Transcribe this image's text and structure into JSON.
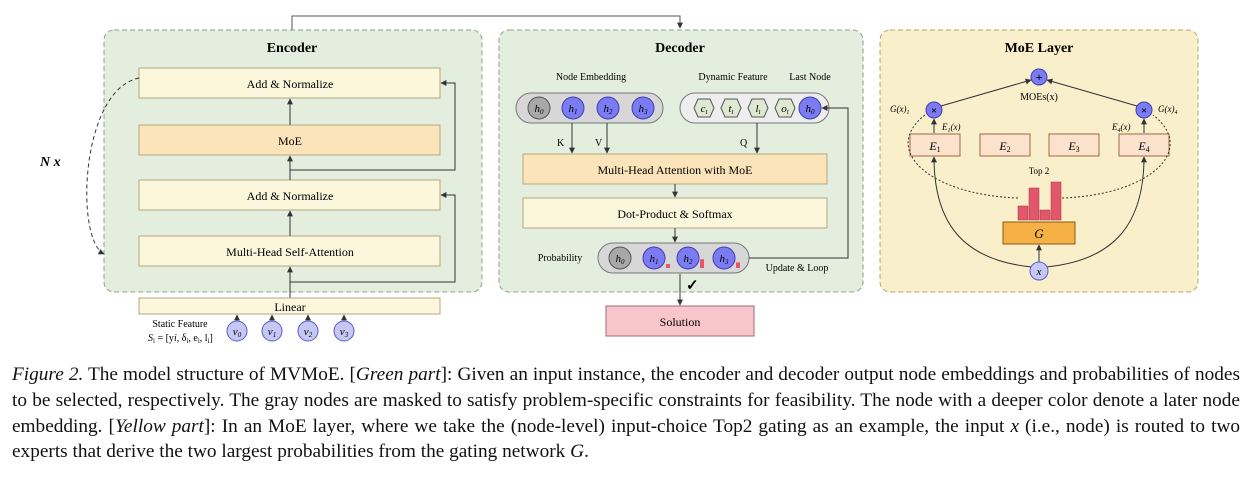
{
  "colors": {
    "green_panel": "#e4eede",
    "yellow_panel": "#f9efca",
    "light_box": "#fbf6dc",
    "moe_box": "#fbe4b9",
    "purple_node": "#7b7bf3",
    "purple_light": "#c5c7f4",
    "gray_node": "#a8a8a8",
    "green_hex": "#dfe8d0",
    "solution_fill": "#f8c6ca",
    "expert_fill": "#fbe2cc",
    "red_bar": "#e3576a"
  },
  "encoder": {
    "title": "Encoder",
    "add_norm_top": "Add & Normalize",
    "moe": "MoE",
    "add_norm_bottom": "Add & Normalize",
    "mhsa": "Multi-Head Self-Attention",
    "repeat": "N x",
    "linear": "Linear",
    "static_feature_label": "Static Feature",
    "static_feature_formula": "S",
    "static_feature_sub": "i",
    "static_feature_rhs": " = [y",
    "inputs": [
      "v",
      "v",
      "v",
      "v"
    ],
    "input_subs": [
      "0",
      "1",
      "2",
      "3"
    ]
  },
  "decoder": {
    "title": "Decoder",
    "node_embedding_label": "Node Embedding",
    "dynamic_feature_label": "Dynamic Feature",
    "last_node_label": "Last Node",
    "embed_nodes": [
      "h",
      "h",
      "h",
      "h"
    ],
    "embed_subs": [
      "0",
      "1",
      "2",
      "3"
    ],
    "dynamic_nodes": [
      "c",
      "t",
      "l",
      "o"
    ],
    "dynamic_subs": [
      "t",
      "t",
      "t",
      "t"
    ],
    "last_node": "h",
    "last_node_sub": "0",
    "k_label": "K",
    "v_label": "V",
    "q_label": "Q",
    "mha_moe": "Multi-Head Attention with MoE",
    "dot_product": "Dot-Product & Softmax",
    "probability_label": "Probability",
    "prob_nodes": [
      "h",
      "h",
      "h",
      "h"
    ],
    "prob_subs": [
      "0",
      "1",
      "2",
      "3"
    ],
    "prob_values": [
      0,
      0.25,
      0.55,
      0.35
    ],
    "update_loop": "Update & Loop",
    "checkmark": "✓",
    "solution": "Solution"
  },
  "moe_layer": {
    "title": "MoE Layer",
    "sum_symbol": "+",
    "output_label": "MOEs(x)",
    "mult_symbol": "×",
    "g1_label": "G(x)",
    "g1_sub": "1",
    "g4_label": "G(x)",
    "g4_sub": "4",
    "e1x_label": "E",
    "e1x_sub": "1",
    "e1x_tail": "(x)",
    "e4x_label": "E",
    "e4x_sub": "4",
    "e4x_tail": "(x)",
    "experts": [
      "E",
      "E",
      "E",
      "E"
    ],
    "expert_subs": [
      "1",
      "2",
      "3",
      "4"
    ],
    "top2_label": "Top 2",
    "gating_probs": [
      0.35,
      0.8,
      0.25,
      0.95
    ],
    "gate_label": "G",
    "input_label": "x"
  },
  "caption": {
    "figure": "Figure 2.",
    "p1": " The model structure of MVMoE. [",
    "green_part": "Green part",
    "p2": "]: Given an input instance, the encoder and decoder output node embeddings and probabilities of nodes to be selected, respectively. The gray nodes are masked to satisfy problem-specific constraints for feasibility. The node with a deeper color denote a later node embedding. [",
    "yellow_part": "Yellow part",
    "p3": "]: In an MoE layer, where we take the (node-level) input-choice Top2 gating as an example, the input ",
    "x": "x",
    "p4": " (i.e., node) is routed to two experts that derive the two largest probabilities from the gating network ",
    "G": "G",
    "p5": "."
  }
}
